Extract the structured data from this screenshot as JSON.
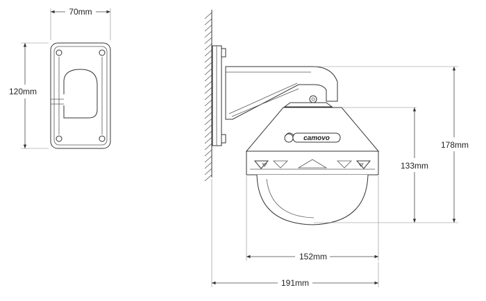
{
  "dimensions": {
    "plate_width": "70mm",
    "plate_height": "120mm",
    "total_height": "178mm",
    "camera_height": "133mm",
    "dome_width": "152mm",
    "total_depth": "191mm"
  },
  "brand": "camovo",
  "colors": {
    "line": "#333333",
    "dimension": "#444444",
    "background": "#ffffff"
  }
}
